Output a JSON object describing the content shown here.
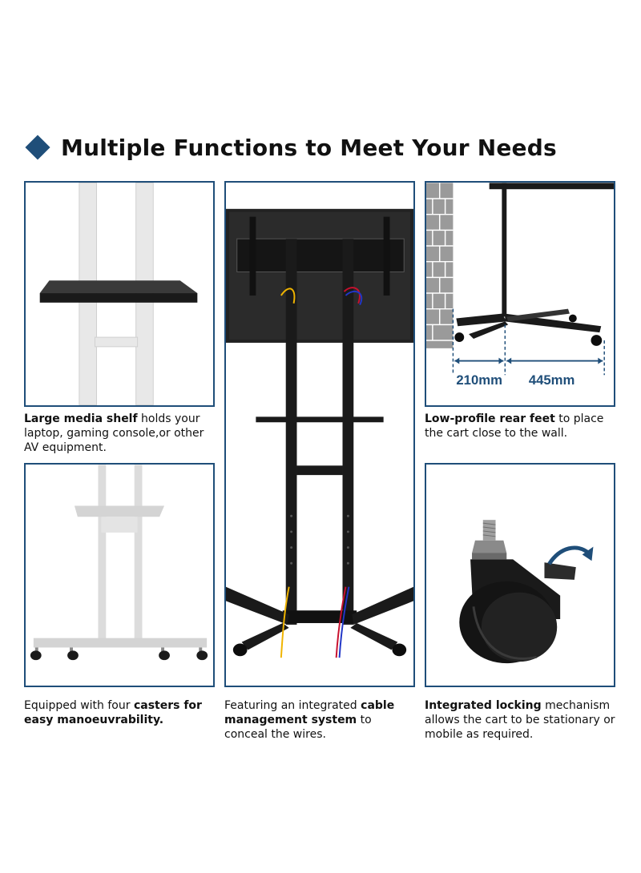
{
  "heading": "Multiple Functions to Meet Your Needs",
  "colors": {
    "accent": "#1f4e79",
    "text": "#111111",
    "background": "#ffffff"
  },
  "captions": {
    "shelf": {
      "bold": "Large media shelf",
      "rest": " holds your laptop, gaming console,or other AV equipment."
    },
    "casters": {
      "pre": "Equipped with four ",
      "bold": "casters for easy manoeuvrability."
    },
    "cable": {
      "pre": "Featuring an integrated ",
      "bold": "cable management system",
      "rest": " to conceal the wires."
    },
    "rearfeet": {
      "bold": "Low-profile rear feet",
      "rest": " to place the cart close to the wall."
    },
    "locking": {
      "bold": "Integrated locking",
      "rest": " mechanism allows the cart to be stationary or mobile as required."
    }
  },
  "dimensions": {
    "rear_feet": "210mm",
    "depth": "445mm"
  },
  "icons": [
    "diamond-bullet-icon",
    "rotation-arrow-icon"
  ]
}
